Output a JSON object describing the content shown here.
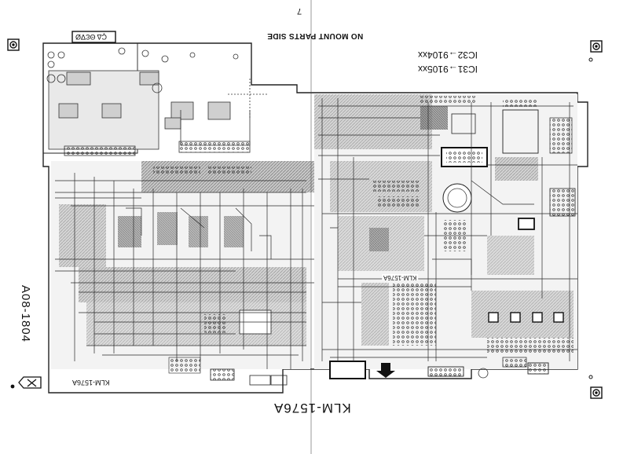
{
  "page_number": "7",
  "side_label": "NO MOUNT PARTS SIDE",
  "ic_notes": [
    "IC31→9105xx",
    "IC32→9104xx"
  ],
  "board_name_bottom": "KLM-1576A",
  "board_name_center": "KLM-1576A",
  "board_name_lower_left": "KLM-1576A",
  "part_number": "A08-1804",
  "logo_text": "ÇΔ ΘƐ∇Ø",
  "colors": {
    "ink": "#111111",
    "trace": "#2a2a2a",
    "fill": "#9a9a9a",
    "paper": "#ffffff"
  }
}
